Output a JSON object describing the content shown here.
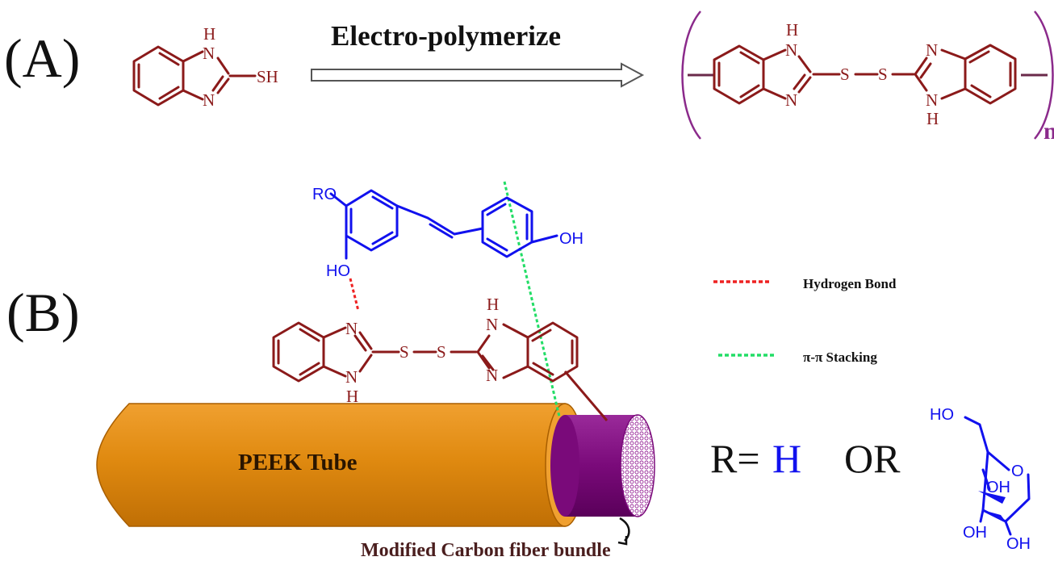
{
  "panel_a": {
    "label": "(A)",
    "reaction_label": "Electro-polymerize",
    "monomer": {
      "atoms": {
        "nh_n": "N",
        "nh_h": "H",
        "n": "N",
        "sh": "SH"
      }
    },
    "polymer": {
      "atoms": {
        "nh_n_left": "N",
        "nh_h_left": "H",
        "n_left": "N",
        "s1": "S",
        "s2": "S",
        "n_right": "N",
        "nh_n_right": "N",
        "nh_h_right": "H"
      },
      "repeat_subscript": "n"
    }
  },
  "panel_b": {
    "label": "(B)",
    "ligand": {
      "ro": "RO",
      "ho": "HO",
      "oh": "OH"
    },
    "dimer": {
      "atoms": {
        "n_left": "N",
        "nh_left_n": "N",
        "nh_left_h": "H",
        "s1": "S",
        "s2": "S",
        "nh_right_h": "H",
        "nh_right_n": "N",
        "n_right": "N"
      }
    },
    "tube_label": "PEEK Tube",
    "bundle_label": "Modified Carbon fiber bundle"
  },
  "legend": [
    {
      "label": "Hydrogen Bond",
      "color": "#ee2222"
    },
    {
      "label": "π-π Stacking",
      "color": "#22dd66"
    }
  ],
  "r_definition": {
    "r_eq": "R=",
    "h": "H",
    "or": "OR"
  },
  "glucose": {
    "ho": "HO",
    "o": "O",
    "oh_top": "OH",
    "oh_left": "OH",
    "oh_right": "OH"
  },
  "colors": {
    "molecule": "#8b1a1a",
    "ligand": "#1111ee",
    "tube": "#e08a10",
    "bundle": "#7a0a7a",
    "bracket": "#8b2a8b"
  }
}
